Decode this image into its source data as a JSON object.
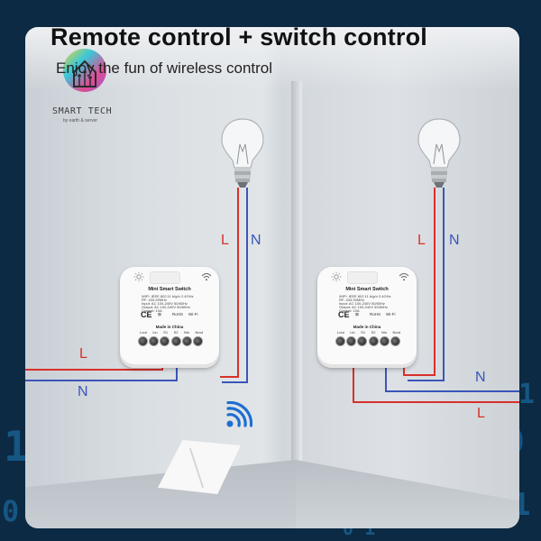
{
  "title": "Remote control + switch control",
  "subtitle": "Enjoy the fun of wireless control",
  "logo": {
    "icon": "smart-house-circuit-icon",
    "text": "SMART TECH",
    "subtext": "by earth & server"
  },
  "colors": {
    "live_wire": "#d8302a",
    "neutral_wire": "#3a55b8",
    "background": "#0c2a44",
    "binary_digits": "#1f7ab8"
  },
  "left_diagram": {
    "labels": {
      "top_live": "L",
      "top_neutral": "N",
      "bottom_live": "L",
      "bottom_neutral": "N"
    }
  },
  "right_diagram": {
    "labels": {
      "top_live": "L",
      "top_neutral": "N",
      "bottom_neutral": "N",
      "bottom_live": "L"
    }
  },
  "module": {
    "name": "Mini Smart Switch",
    "spec_lines": [
      "WIFI: IEEE 802.11 b/g/n 2.4GHz",
      "RF: 433.92MHz",
      "Input: AC 100-240V 50/60Hz",
      "Output: AC 100-240V 50/60Hz",
      "Current: 10A"
    ],
    "certs": {
      "ce": "CE",
      "rohs": "RoHS",
      "wifi": "Wi-Fi"
    },
    "made_in": "Made in China",
    "terminals": [
      "Lout",
      "Lin",
      "S1",
      "S2",
      "Nin",
      "Nout"
    ]
  },
  "icons": {
    "remote": "wireless-wall-switch-icon",
    "signal": "wifi-signal-icon",
    "bulb": "light-bulb-icon"
  }
}
